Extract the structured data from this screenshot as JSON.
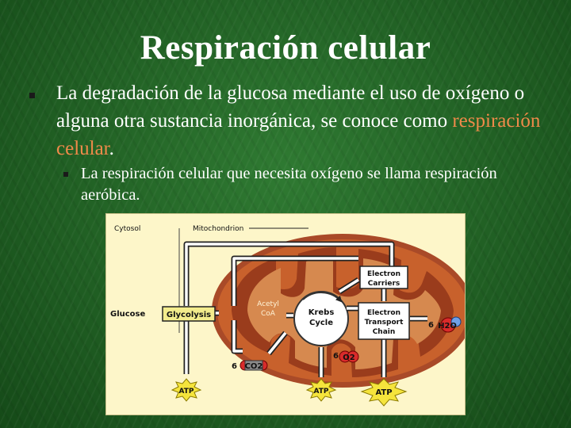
{
  "slide": {
    "title": "Respiración celular",
    "bullet1_text": "La degradación de la glucosa mediante el uso de oxígeno o alguna otra sustancia inorgánica, se conoce como ",
    "bullet1_highlight": "respiración celular",
    "bullet1_end": ".",
    "bullet2_text": "La respiración celular que necesita oxígeno se llama respiración aeróbica."
  },
  "diagram": {
    "cytosol": "Cytosol",
    "mitochondrion": "Mitochondrion",
    "glucose": "Glucose",
    "glycolysis": "Glycolysis",
    "acetyl_line1": "Acetyl",
    "acetyl_line2": "CoA",
    "krebs_line1": "Krebs",
    "krebs_line2": "Cycle",
    "carriers_line1": "Electron",
    "carriers_line2": "Carriers",
    "etc_line1": "Electron",
    "etc_line2": "Transport",
    "etc_line3": "Chain",
    "co2_coef": "6",
    "co2": "CO2",
    "o2_coef": "6",
    "o2": "O2",
    "h2o_coef": "6",
    "h2o": "H2O",
    "atp_1": "ATP",
    "atp_2": "ATP",
    "atp_3": "ATP"
  }
}
